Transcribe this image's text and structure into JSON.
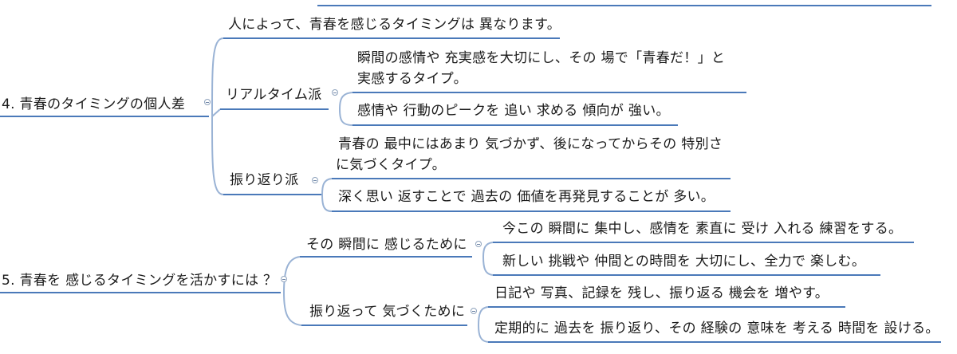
{
  "colors": {
    "line": "#4a79b9",
    "connector": "#9ab3d5",
    "text": "#1a1a1a",
    "background": "#ffffff"
  },
  "icons": {
    "toggle": "collapse-toggle-icon"
  },
  "section4": {
    "title": "4. 青春のタイミングの個人差",
    "intro": "人によって、青春を感じるタイミングは 異なります。",
    "realtime": {
      "label": "リアルタイム派",
      "item1_line1": "瞬間の感情や 充実感を大切にし、その 場で「青春だ！」と",
      "item1_line2": "実感するタイプ。",
      "item2": "感情や 行動のピークを 追い 求める 傾向が 強い。"
    },
    "reflect": {
      "label": "振り返り派",
      "item1_line1": "青春の 最中にはあまり 気づかず、後になってからその 特別さ",
      "item1_line2": "に気づくタイプ。",
      "item2": "深く思い 返すことで 過去の 価値を再発見することが 多い。"
    }
  },
  "section5": {
    "title": "5. 青春を 感じるタイミングを活かすには ？",
    "moment": {
      "label": "その 瞬間に 感じるために",
      "item1": "今この 瞬間に 集中し、感情を 素直に 受け 入れる 練習をする。",
      "item2": "新しい 挑戦や 仲間との時間を 大切にし、全力で 楽しむ。"
    },
    "later": {
      "label": "振り返って 気づくために",
      "item1": "日記や 写真、記録を 残し、振り返る 機会を 増やす。",
      "item2": "定期的に 過去を 振り返り、その 経験の 意味を 考える 時間を 設ける。"
    }
  }
}
